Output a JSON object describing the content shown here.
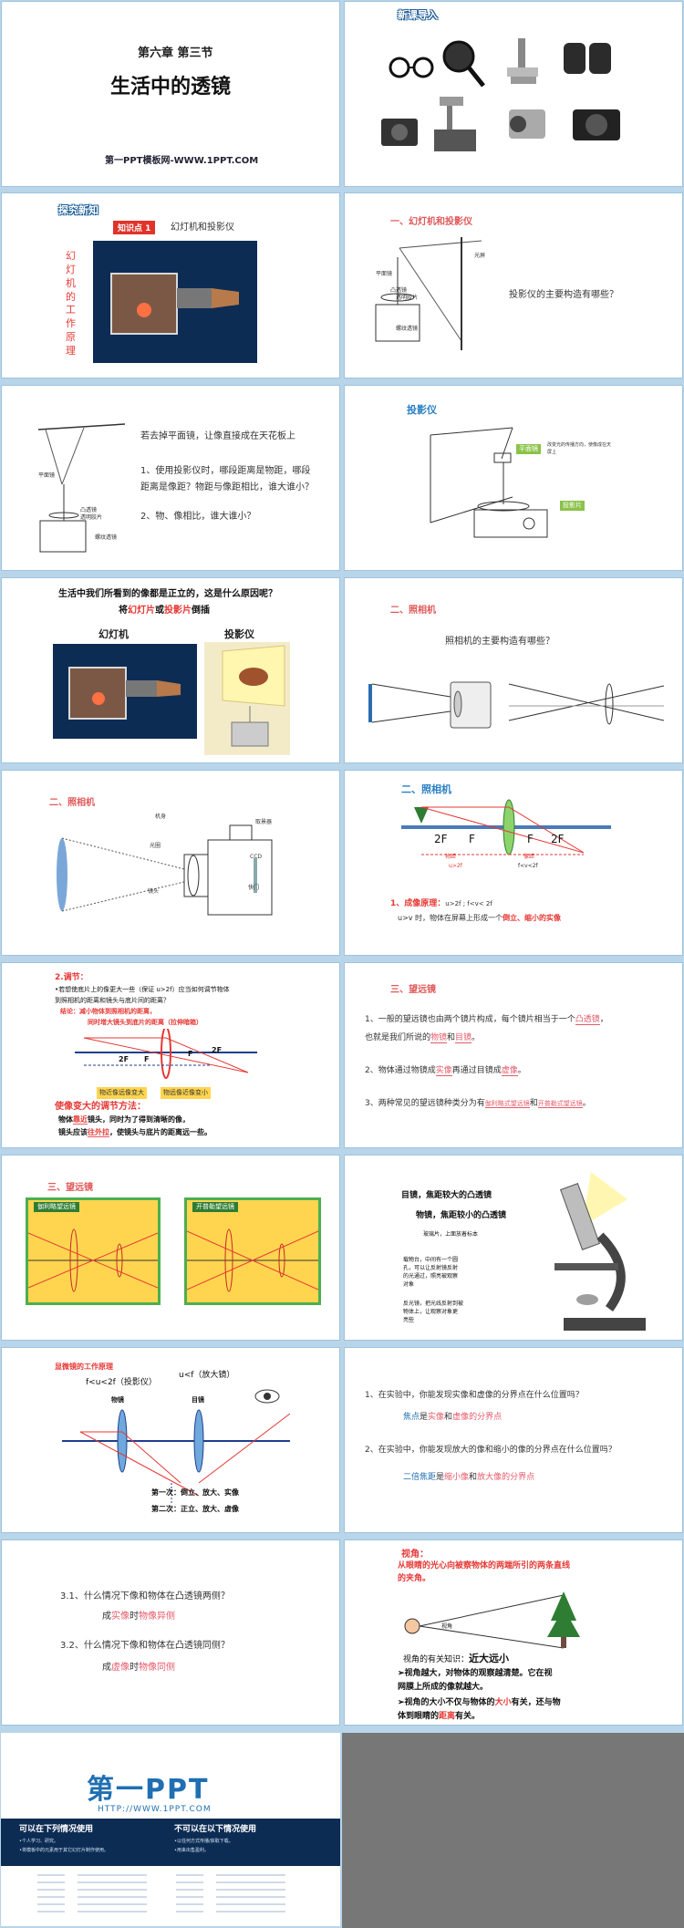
{
  "s1": {
    "chapter": "第六章  第三节",
    "title": "生活中的透镜",
    "site": "第一PPT模板网-WWW.1PPT.COM"
  },
  "s2": {
    "tag": "新课导入"
  },
  "s3": {
    "tag": "探究新知",
    "badge": "知识点 1",
    "badge_text": "幻灯机和投影仪",
    "vertical": "幻灯机的工作原理"
  },
  "s4": {
    "section": "一、幻灯机和投影仪",
    "question": "投影仪的主要构造有哪些？",
    "labels": [
      "平面镜",
      "凸透镜",
      "透明胶片",
      "螺纹透镜",
      "光屏"
    ]
  },
  "s5": {
    "intro": "若去掉平面镜，让像直接成在天花板上",
    "q1a": "1、使用投影仪时，哪段距离是物距，哪段",
    "q1b": "距离是像距？物距与像距相比，谁大谁小？",
    "q2": "2、物、像相比，谁大谁小？",
    "labels": [
      "平面镜",
      "凸透镜",
      "透明胶片",
      "螺纹透镜"
    ]
  },
  "s6": {
    "section": "投影仪",
    "mirror": "平面镜",
    "mirror_note": "改变光的传播方向，使像成在天屏上",
    "film": "投影片"
  },
  "s7": {
    "q": "生活中我们所看到的像都是正立的，这是什么原因呢？",
    "l2a": "将",
    "l2b": "幻灯片",
    "l2c": "或",
    "l2d": "投影片",
    "l2e": "倒插",
    "cap1": "幻灯机",
    "cap2": "投影仪"
  },
  "s8": {
    "section": "二、照相机",
    "question": "照相机的主要构造有哪些？"
  },
  "s9": {
    "section": "二、照相机",
    "labels": [
      "机身",
      "取景器",
      "光圈",
      "CCD",
      "镜头",
      "快门"
    ]
  },
  "s10": {
    "section": "二、照相机",
    "f": "F",
    "f2": "2F",
    "p1a": "1、成像原理：",
    "p1b": "u>2f ; f<v< 2f",
    "p2a": "u>v 时，物体在屏幕上形成一个",
    "p2b": "倒立、缩小的实像",
    "obj": "物距",
    "img": "像距",
    "u": "u>2f",
    "v": "f<v<2f"
  },
  "s11": {
    "h": "2.调节：",
    "l1": "•若想使底片上的像更大一些（保证 u>2f）应当如何调节物体",
    "l2": "到照相机的距离和镜头与底片间的距离？",
    "l3": "结论：减小物体到照相机的距离，",
    "l4": "同时增大镜头到底片的距离（拉伸暗箱）",
    "chip1a": "物近像远像变大",
    "chip1b": "物远像近像变小",
    "h2": "使像变大的调节方法：",
    "l5a": "物体",
    "l5b": "靠近",
    "l5c": "镜头，同时为了得到清晰的像，",
    "l6a": "镜头应该",
    "l6b": "往外拉",
    "l6c": "，使镜头与底片的距离远一些。",
    "labels": [
      "2F",
      "F",
      "F",
      "2F"
    ]
  },
  "s12": {
    "section": "三、望远镜",
    "l1": "1、一般的望远镜也由两个镜片构成，每个镜片相当于一个",
    "a1": "凸透镜",
    "l1b": "，",
    "l2": "也就是我们所说的",
    "a2": "物镜",
    "l2b": "和",
    "a3": "目镜",
    "l2c": "。",
    "l3": "2、物体通过物镜成",
    "a4": "实像",
    "l3b": "再通过目镜成",
    "a5": "虚像",
    "l3c": "。",
    "l4": "3、两种常见的望远镜种类分为有",
    "a6": "伽利略式望远镜",
    "l4b": "和",
    "a7": "开普勒式望远镜",
    "l4c": "。"
  },
  "s13": {
    "section": "三、望远镜",
    "c1": "伽利略望远镜",
    "c2": "开普勒望远镜"
  },
  "s14": {
    "t1": "目镜，焦距较大的凸透镜",
    "t2": "物镜，焦距较小的凸透镜",
    "t3": "玻璃片，上面放着标本",
    "t4a": "载物台，中间有一个圆",
    "t4b": "孔，可以让反射镜反射",
    "t4c": "的光通过，照亮被观察",
    "t4d": "对象",
    "t5a": "反光镜，把光线反射到被",
    "t5b": "物体上，让观察对象更",
    "t5c": "亮些"
  },
  "s15": {
    "h": "显微镜的工作原理",
    "f1": "f<u<2f（投影仪）",
    "f2": "u<f（放大镜）",
    "obj": "物镜",
    "eye": "目镜",
    "r1": "第一次：倒立、放大、实像",
    "r2": "第二次：正立、放大、虚像"
  },
  "s16": {
    "q1": "1、在实验中，你能发现实像和虚像的分界点在什么位置吗？",
    "a1a": "焦点",
    "a1b": "是",
    "a1c": "实像",
    "a1d": "和",
    "a1e": "虚像",
    "a1f": "的分界点",
    "q2": "2、在实验中，你能发现放大的像和缩小的像的分界点在什么位置吗？",
    "a2a": "二倍焦距",
    "a2b": "是",
    "a2c": "缩小像",
    "a2d": "和",
    "a2e": "放大像",
    "a2f": "的分界点"
  },
  "s17": {
    "q1": "3.1、什么情况下像和物体在凸透镜两侧？",
    "a1a": "成",
    "a1b": "实像",
    "a1c": "时",
    "a1d": "物像异侧",
    "q2": "3.2、什么情况下像和物体在凸透镜同侧？",
    "a2a": "成",
    "a2b": "虚像",
    "a2c": "时",
    "a2d": "物像同侧"
  },
  "s18": {
    "h": "视角：",
    "d1": "从眼睛的光心向被察物体的两端所引的两条直线",
    "d2": "的夹角。",
    "eye_label": "视角",
    "note_a": "视角的有关知识：",
    "note_b": "近大远小",
    "b1a": "➢视角越大，对物体的观察越清楚。它在视",
    "b1b": "网膜上所成的像就越大。",
    "b2a": "➢视角的大小不仅与物体的",
    "b2b": "大小",
    "b2c": "有关，还与物",
    "b2d": "体到眼睛的",
    "b2e": "距离",
    "b2f": "有关。"
  },
  "footer": {
    "logo": "第一PPT",
    "url": "HTTP://WWW.1PPT.COM",
    "col1": "可以在下列情况使用",
    "col2": "不可以在以下情况使用",
    "c1a": "•个人学习、研究。",
    "c1b": "•将模板中的元素用于其它幻灯片制作使用。",
    "c2a": "•以任何方式传播/获取下载。",
    "c2b": "•用来出售盈利。"
  },
  "colors": {
    "accent_red": "#e53935",
    "accent_blue": "#1f6fb2",
    "slide_border": "#9fc3de",
    "background": "#b8d5ea"
  }
}
